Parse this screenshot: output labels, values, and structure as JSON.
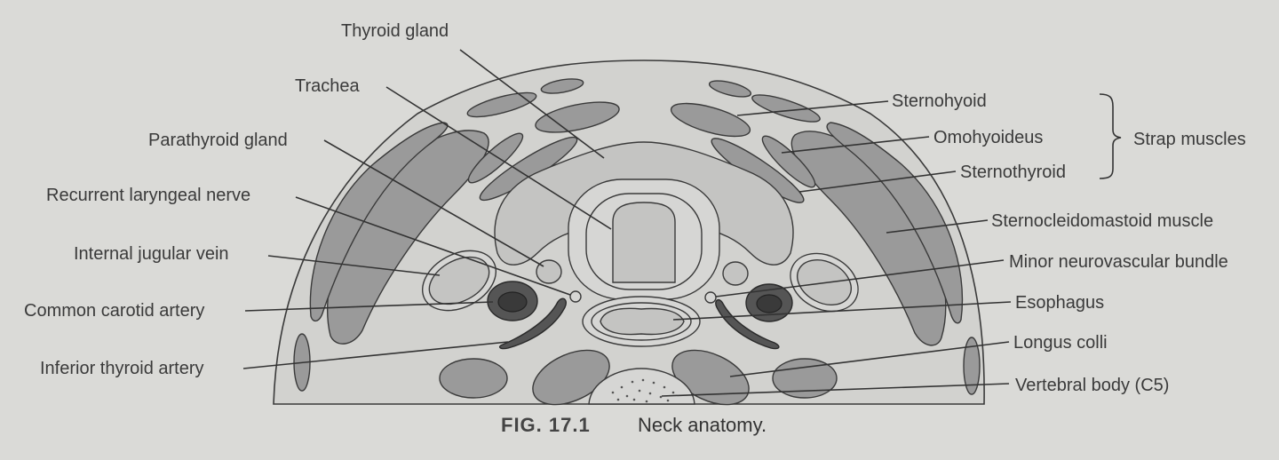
{
  "labels_left": [
    {
      "id": "thyroid-gland",
      "text": "Thyroid gland"
    },
    {
      "id": "trachea",
      "text": "Trachea"
    },
    {
      "id": "parathyroid-gland",
      "text": "Parathyroid gland"
    },
    {
      "id": "recurrent-laryngeal-nerve",
      "text": "Recurrent laryngeal nerve"
    },
    {
      "id": "internal-jugular-vein",
      "text": "Internal jugular vein"
    },
    {
      "id": "common-carotid-artery",
      "text": "Common carotid artery"
    },
    {
      "id": "inferior-thyroid-artery",
      "text": "Inferior thyroid artery"
    }
  ],
  "labels_right": [
    {
      "id": "sternohyoid",
      "text": "Sternohyoid"
    },
    {
      "id": "omohyoideus",
      "text": "Omohyoideus"
    },
    {
      "id": "sternothyroid",
      "text": "Sternothyroid"
    },
    {
      "id": "sternocleidomastoid-muscle",
      "text": "Sternocleidomastoid muscle"
    },
    {
      "id": "minor-neurovascular-bundle",
      "text": "Minor neurovascular bundle"
    },
    {
      "id": "esophagus",
      "text": "Esophagus"
    },
    {
      "id": "longus-colli",
      "text": "Longus colli"
    },
    {
      "id": "vertebral-body",
      "text": "Vertebral body (C5)"
    }
  ],
  "group_label": "Strap muscles",
  "caption": {
    "figure": "FIG. 17.1",
    "title": "Neck anatomy."
  }
}
